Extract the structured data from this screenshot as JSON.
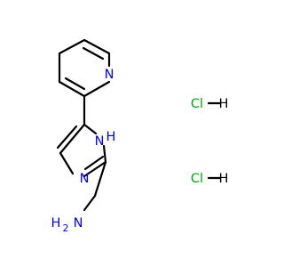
{
  "molecule": {
    "atoms": {
      "pyridine_n": "N",
      "ring_nh_n": "N",
      "ring_nh_h": "H",
      "imidazole_n": "N",
      "amine_h": "H",
      "amine_2": "2",
      "amine_n": "N"
    },
    "salts": [
      {
        "cl": "Cl",
        "h": "H"
      },
      {
        "cl": "Cl",
        "h": "H"
      }
    ],
    "colors": {
      "nitrogen": "#0000ff",
      "chlorine": "#00aa00",
      "bond": "#000000"
    }
  }
}
